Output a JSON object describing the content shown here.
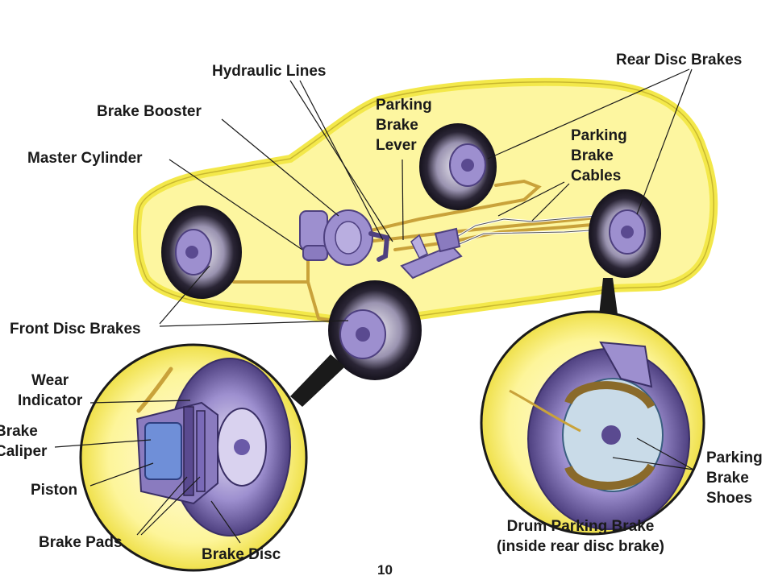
{
  "labels": {
    "hydraulic_lines": "Hydraulic Lines",
    "rear_disc_brakes": "Rear Disc Brakes",
    "brake_booster": "Brake Booster",
    "parking_brake_lever": [
      "Parking",
      "Brake",
      "Lever"
    ],
    "parking_brake_cables": [
      "Parking",
      "Brake",
      "Cables"
    ],
    "master_cylinder": "Master Cylinder",
    "front_disc_brakes": "Front Disc Brakes",
    "wear_indicator": [
      "Wear",
      "Indicator"
    ],
    "brake_caliper": [
      "Brake",
      "Caliper"
    ],
    "piston": "Piston",
    "brake_pads": "Brake Pads",
    "brake_disc": "Brake Disc",
    "parking_brake_shoes": [
      "Parking",
      "Brake",
      "Shoes"
    ],
    "drum_parking_brake": [
      "Drum Parking Brake",
      "(inside rear disc brake)"
    ],
    "page_number": "10"
  },
  "colors": {
    "car_fill": "#fdf6a0",
    "car_glow": "#f3e84a",
    "hydraulic_line": "#c9a23a",
    "brake_part": "#8a7bbf",
    "caliper_blue": "#6f8fd8",
    "leader_line": "#1a1a1a",
    "tire": "#2a2535"
  }
}
